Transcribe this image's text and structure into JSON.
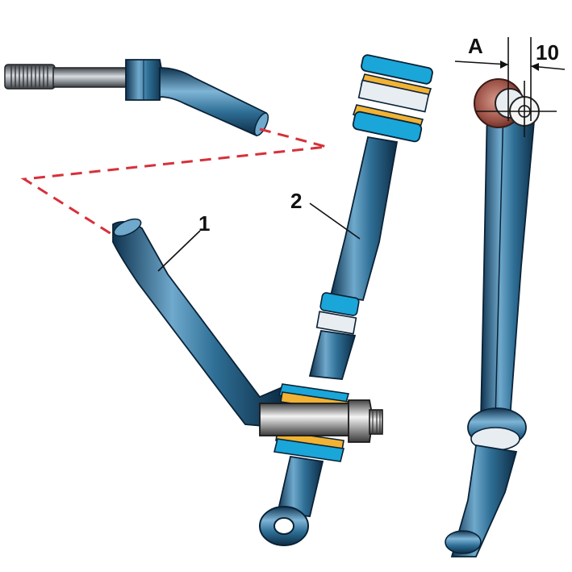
{
  "labels": {
    "part_1": "1",
    "part_2": "2",
    "dim_a": "A",
    "dim_10": "10"
  },
  "colors": {
    "steel": "#2f6f96",
    "steel_light": "#8fc1dd",
    "steel_dark": "#123a55",
    "bushing_cyan": "#1aa6d9",
    "bushing_yellow": "#f2b233",
    "rubber_red": "#a05a4e",
    "dash_red": "#d8303a",
    "thread": "#8a8f96"
  }
}
